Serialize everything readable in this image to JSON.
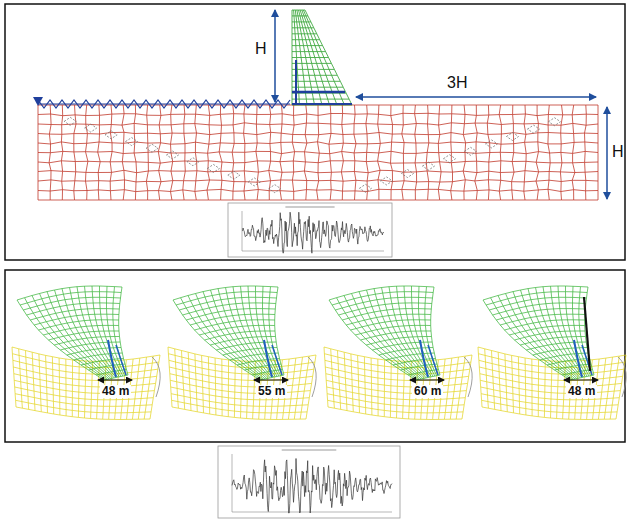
{
  "diagram": {
    "labels": [
      "H",
      "3H",
      "H",
      "48 m",
      "55 m",
      "60 m",
      "48 m"
    ]
  }
}
